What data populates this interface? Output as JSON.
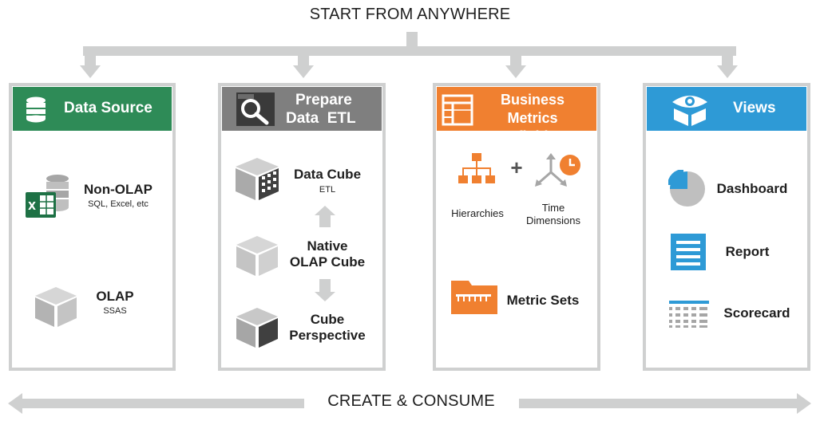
{
  "top_title": "START FROM ANYWHERE",
  "bottom_title": "CREATE & CONSUME",
  "panels": {
    "data_source": {
      "header": "Data Source",
      "header_color": "#2e8b57",
      "items": [
        {
          "label": "Non-OLAP",
          "sub": "SQL, Excel, etc"
        },
        {
          "label": "OLAP",
          "sub": "SSAS"
        }
      ]
    },
    "prepare": {
      "header_line1": "Prepare",
      "header_line2": "Data  ETL",
      "header_color": "#7f7f7f",
      "items": [
        {
          "label": "Data Cube",
          "sub": "ETL"
        },
        {
          "label_line1": "Native",
          "label_line2": "OLAP Cube"
        },
        {
          "label_line1": "Cube",
          "label_line2": "Perspective"
        }
      ]
    },
    "metrics": {
      "header_line1": "Business Metrics",
      "header_line2": "Definition",
      "header_color": "#f08030",
      "items": [
        {
          "label": "Hierarchies"
        },
        {
          "label_line1": "Time",
          "label_line2": "Dimensions"
        },
        {
          "label": "Metric Sets"
        }
      ],
      "plus": "+"
    },
    "views": {
      "header": "Views",
      "header_color": "#2e9ad6",
      "items": [
        {
          "label": "Dashboard"
        },
        {
          "label": "Report"
        },
        {
          "label": "Scorecard"
        }
      ]
    }
  }
}
